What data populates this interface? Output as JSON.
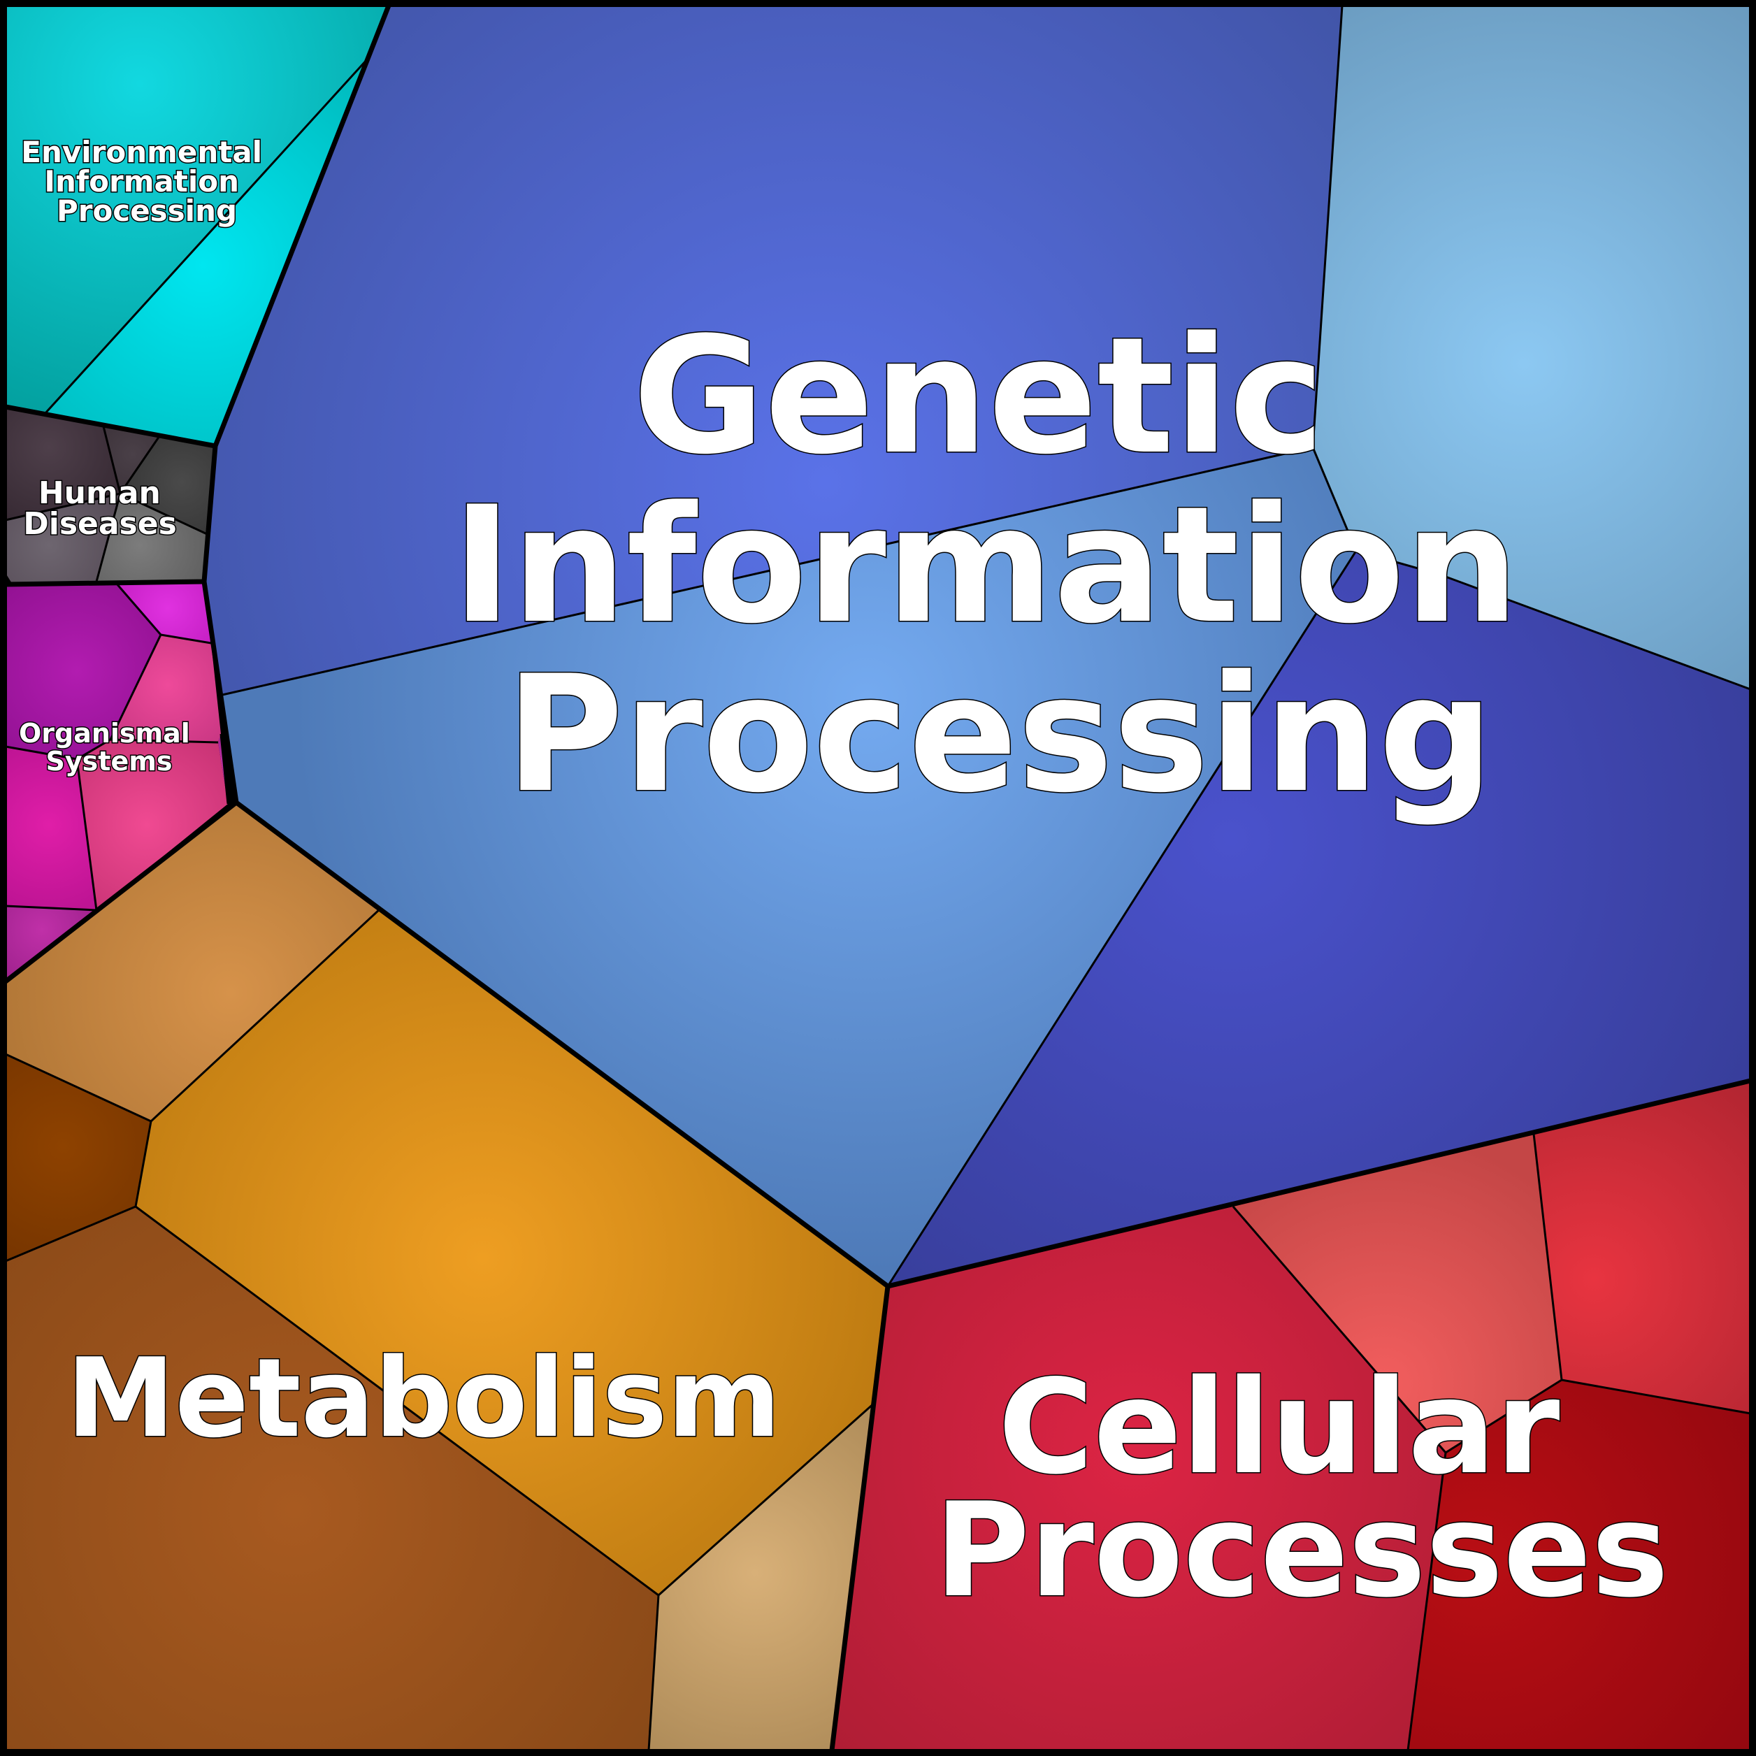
{
  "categories": [
    {
      "id": "environmental",
      "label_lines": [
        "Environmental",
        "Information",
        "Processing"
      ],
      "cells": [
        {
          "light": "#12d8e0",
          "dark": "#009592"
        },
        {
          "light": "#00e6f0",
          "dark": "#00a6a6"
        }
      ]
    },
    {
      "id": "human",
      "label_lines": [
        "Human",
        "Diseases"
      ],
      "cells": [
        {
          "light": "#4e3f4a",
          "dark": "#2b1f28"
        },
        {
          "light": "#4a4048",
          "dark": "#2c2228"
        },
        {
          "light": "#4a4a4a",
          "dark": "#2a2a2a"
        },
        {
          "light": "#6e6670",
          "dark": "#4a3e4a"
        },
        {
          "light": "#7c7c7c",
          "dark": "#4e4e4e"
        }
      ]
    },
    {
      "id": "organismal",
      "label_lines": [
        "Organismal",
        "Systems"
      ],
      "cells": [
        {
          "light": "#b21cb0",
          "dark": "#7e0b80"
        },
        {
          "light": "#e032e0",
          "dark": "#b816b6"
        },
        {
          "light": "#ee4a9a",
          "dark": "#b82e78"
        },
        {
          "light": "#e01ea8",
          "dark": "#aa0e88"
        },
        {
          "light": "#f04a92",
          "dark": "#bc2c6c"
        },
        {
          "light": "#c030a8",
          "dark": "#8e1a80"
        }
      ]
    },
    {
      "id": "genetic",
      "label_lines": [
        "Genetic",
        "Information",
        "Processing"
      ],
      "cells": [
        {
          "light": "#5a72e8",
          "dark": "#3f52a2"
        },
        {
          "light": "#8cc8f2",
          "dark": "#6898bc"
        },
        {
          "light": "#74aaf0",
          "dark": "#4e7ab8"
        },
        {
          "light": "#4a52cc",
          "dark": "#363c96"
        }
      ]
    },
    {
      "id": "metabolism",
      "label_lines": [
        "Metabolism"
      ],
      "cells": [
        {
          "light": "#d6924a",
          "dark": "#a87032"
        },
        {
          "light": "#8e4200",
          "dark": "#6a2e00"
        },
        {
          "light": "#ee9e22",
          "dark": "#b4740e"
        },
        {
          "light": "#a85a20",
          "dark": "#844616"
        },
        {
          "light": "#d8b078",
          "dark": "#a88654"
        }
      ]
    },
    {
      "id": "cellular",
      "label_lines": [
        "Cellular",
        "Processes"
      ],
      "cells": [
        {
          "light": "#dc2444",
          "dark": "#a81c32"
        },
        {
          "light": "#f25e5e",
          "dark": "#c44646"
        },
        {
          "light": "#e83440",
          "dark": "#ae2430"
        },
        {
          "light": "#b80e14",
          "dark": "#8a060e"
        }
      ]
    }
  ]
}
